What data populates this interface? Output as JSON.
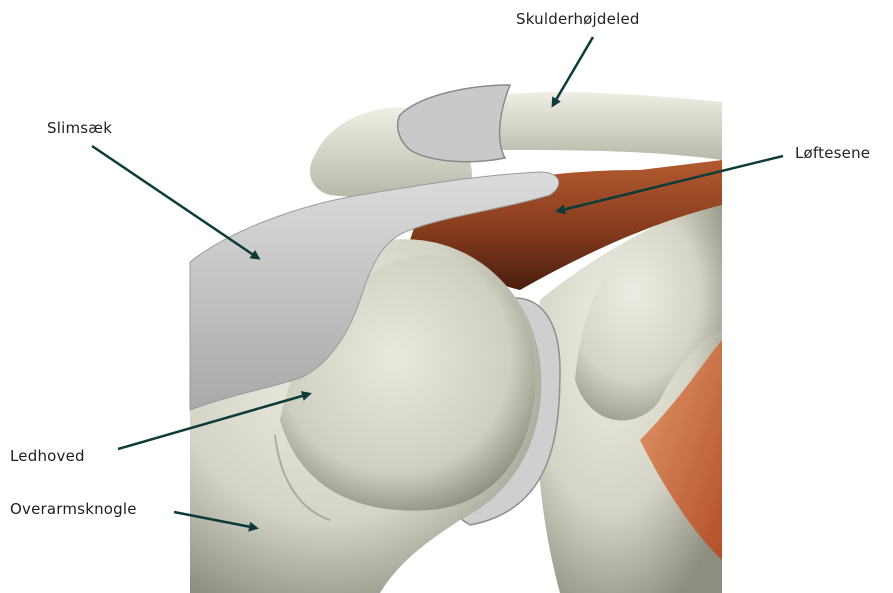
{
  "labels": {
    "acromioclavicular": "Skulderhøjdeled",
    "bursa": "Slimsæk",
    "rotator_cuff": "Løftesene",
    "humeral_head": "Ledhoved",
    "humerus": "Overarmsknogle"
  },
  "colors": {
    "arrow": "#0d3b3a",
    "bone": "#d9d9cc",
    "bone_shadow": "#9c9c8c",
    "bursa": "#c9c9c9",
    "tendon": "#8a3e1e",
    "muscle": "#c86a40",
    "text": "#1f1f1f"
  }
}
